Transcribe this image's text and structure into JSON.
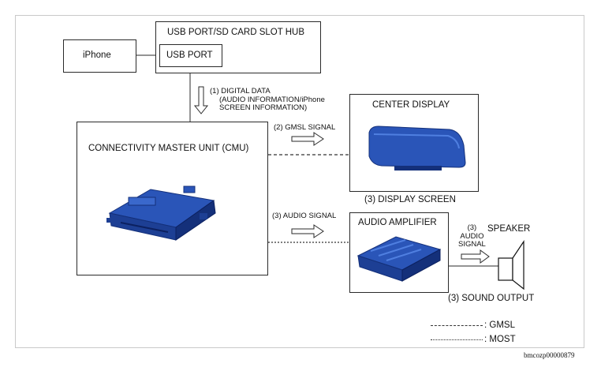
{
  "hub": {
    "title": "USB PORT/SD CARD SLOT HUB",
    "usb_port": "USB PORT"
  },
  "iphone": {
    "label": "iPhone"
  },
  "digital_data": {
    "line1": "(1) DIGITAL DATA",
    "line2": "(AUDIO INFORMATION/iPhone",
    "line3": "SCREEN INFORMATION)"
  },
  "cmu": {
    "label": "CONNECTIVITY MASTER UNIT (CMU)"
  },
  "center_display": {
    "title": "CENTER DISPLAY",
    "caption": "(3) DISPLAY SCREEN"
  },
  "gmsl_signal": {
    "label": "(2) GMSL SIGNAL"
  },
  "audio_signal": {
    "label": "(3) AUDIO SIGNAL"
  },
  "audio_amplifier": {
    "title": "AUDIO AMPLIFIER"
  },
  "speaker": {
    "label": "SPEAKER",
    "signal_line1": "(3)",
    "signal_line2": "AUDIO",
    "signal_line3": "SIGNAL",
    "output": "(3) SOUND OUTPUT"
  },
  "legend": {
    "gmsl": ": GMSL",
    "most": ": MOST"
  },
  "figure_id": "bmcozp00000879",
  "colors": {
    "component_blue": "#2a55b8",
    "component_dark": "#14307a",
    "line": "#2a2a2a"
  }
}
